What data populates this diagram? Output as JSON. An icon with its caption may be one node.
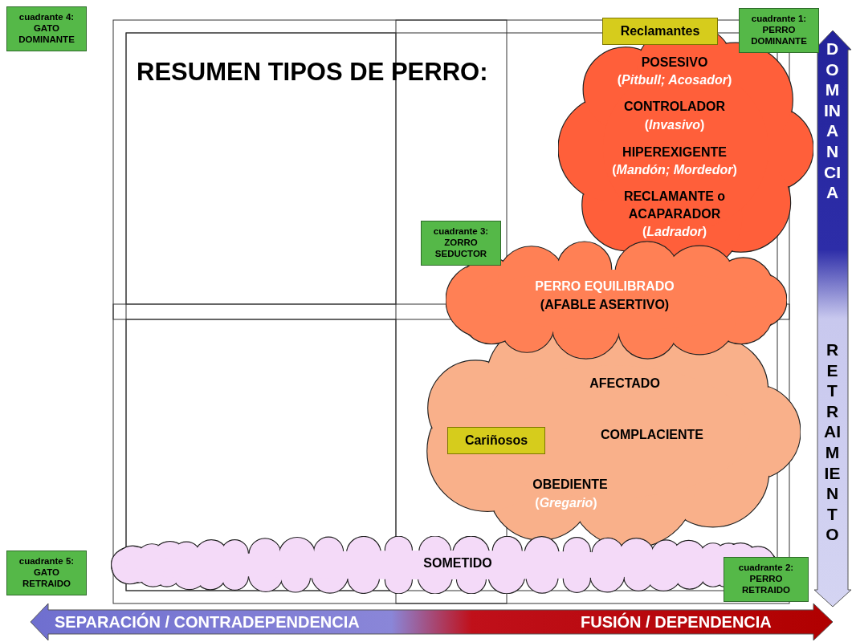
{
  "diagram": {
    "title": "RESUMEN TIPOS DE PERRO:",
    "nodes": [
      {
        "text": [
          "cuadrante 4: GATO DOMINANTE"
        ]
      },
      {
        "text": [
          "Reclamantes"
        ]
      },
      {
        "text": [
          "cuadrante 1: PERRO DOMINANTE"
        ]
      },
      {
        "text": [
          "POSESIVO",
          "(*Pitbull; Acosador*)",
          "CONTROLADOR",
          "(*Invasivo*)",
          "HIPEREXIGENTE",
          "(*Mandón; Mordedor*)",
          "RECLAMANTE o ACAPARADOR",
          "(*Ladrador*)"
        ]
      },
      {
        "text": [
          "cuadrante 3: ZORRO SEDUCTOR"
        ]
      },
      {
        "text": [
          "PERRO EQUILIBRADO",
          "(AFABLE ASERTIVO)"
        ]
      },
      {
        "text": [
          "AFECTADO",
          "COMPLACIENTE",
          "OBEDIENTE",
          "(*Gregario*)"
        ]
      },
      {
        "text": [
          "Cariñosos"
        ],
        "in": 6
      },
      {
        "text": [
          "cuadrante 5: GATO RETRAIDO"
        ]
      },
      {
        "text": [
          "SOMETIDO"
        ]
      },
      {
        "text": [
          "cuadrante 2: PERRO RETRAIDO"
        ]
      }
    ],
    "labels": [
      "DOMINANCIA",
      "RETRAIMIENTO",
      "SEPARACIÓN / CONTRADEPENDENCIA",
      "FUSIÓN / DEPENDENCIA"
    ]
  }
}
